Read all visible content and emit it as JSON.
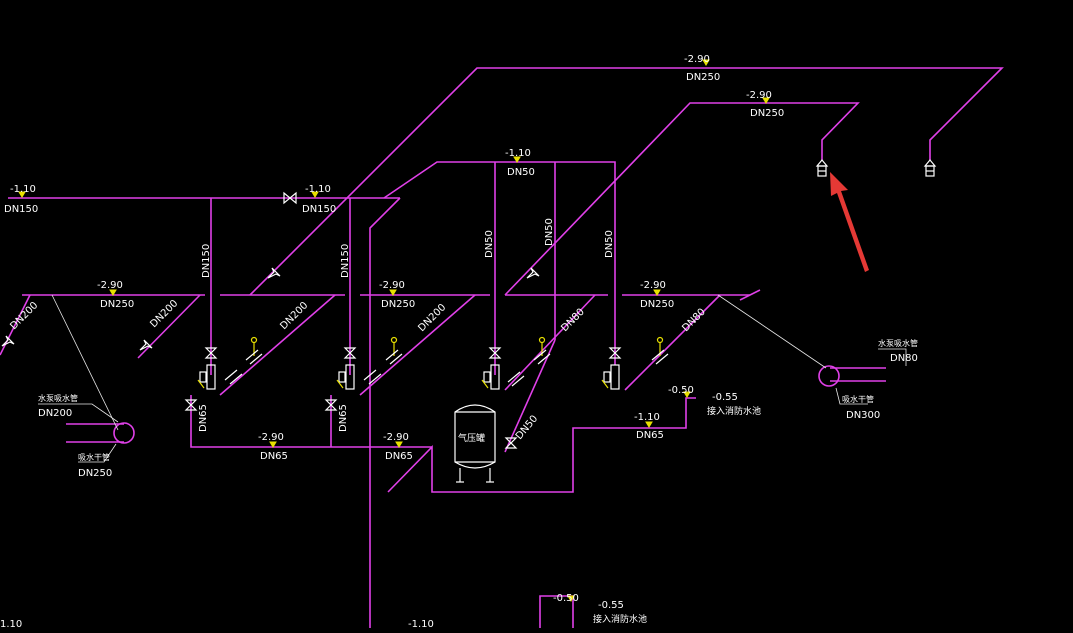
{
  "elevations": {
    "top_main": "-2.90",
    "second_main": "-2.90",
    "left_header": "-1.10",
    "valve_header": "-1.10",
    "upper_header": "-1.10",
    "row_left": "-2.90",
    "row_mid": "-2.90",
    "row_right": "-2.90",
    "bottom_left": "-2.90",
    "bottom_mid": "-2.90",
    "right_lower": "-1.10",
    "right_upper": "-0.50",
    "bottom_a": "-0.50",
    "bottom_b": "-1.10",
    "bottom_edge": "1.10"
  },
  "sizes": {
    "top_main": "DN250",
    "second_main": "DN250",
    "left_header": "DN150",
    "valve_header": "DN150",
    "upper_header": "DN50",
    "riser_1": "DN150",
    "riser_2": "DN150",
    "riser_3": "DN50",
    "riser_4": "DN50",
    "riser_5": "DN50",
    "row_left": "DN250",
    "row_mid": "DN250",
    "row_right": "DN250",
    "diag_1": "DN200",
    "diag_2": "DN200",
    "diag_3": "DN200",
    "diag_4": "DN200",
    "diag_5": "DN80",
    "diag_6": "DN80",
    "diag_7": "DN50",
    "vert_1": "DN65",
    "vert_2": "DN65",
    "bottom_left": "DN65",
    "bottom_mid": "DN65",
    "right_lower": "DN65",
    "left_sleeve_top": "DN200",
    "left_sleeve_bottom": "DN250",
    "right_sleeve_top": "DN80",
    "right_sleeve_bottom": "DN300"
  },
  "notes": {
    "pool_right": "-0.55",
    "pool_right_text": "接入消防水池",
    "pool_bottom": "-0.55",
    "pool_bottom_text": "接入消防水池",
    "tank_label": "气压罐",
    "left_sleeve_top_text": "水泵吸水管",
    "left_sleeve_bottom_text": "吸水干管",
    "right_sleeve_top_text": "水泵吸水管",
    "right_sleeve_bottom_text": "吸水干管"
  },
  "colors": {
    "pipe": "#e040e8",
    "marker": "#e8e000",
    "annotation_arrow": "#e53935",
    "background": "#000000"
  }
}
